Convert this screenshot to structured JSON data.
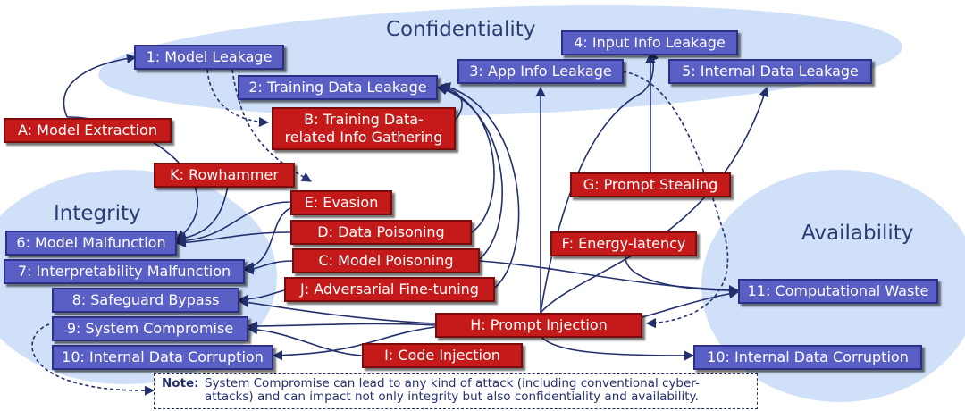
{
  "zones": {
    "confidentiality": "Confidentiality",
    "integrity": "Integrity",
    "availability": "Availability"
  },
  "impacts": {
    "i1": "1: Model Leakage",
    "i2": "2: Training Data Leakage",
    "i3": "3: App Info Leakage",
    "i4": "4: Input Info Leakage",
    "i5": "5: Internal Data Leakage",
    "i6": "6: Model Malfunction",
    "i7": "7: Interpretability Malfunction",
    "i8": "8: Safeguard Bypass",
    "i9": "9: System Compromise",
    "i10a": "10: Internal Data Corruption",
    "i10b": "10: Internal Data Corruption",
    "i11": "11: Computational Waste"
  },
  "attacks": {
    "a": "A: Model Extraction",
    "b_line1": "B: Training Data-",
    "b_line2": "related Info Gathering",
    "k": "K: Rowhammer",
    "e": "E: Evasion",
    "d": "D: Data Poisoning",
    "c": "C: Model Poisoning",
    "j": "J: Adversarial Fine-tuning",
    "g": "G: Prompt Stealing",
    "f": "F: Energy-latency",
    "h": "H: Prompt Injection",
    "i": "I: Code Injection"
  },
  "note": {
    "label": "Note:",
    "line1": "System Compromise can lead to any kind of attack (including conventional cyber-",
    "line2": "attacks) and can impact not only integrity but also confidentiality and availability."
  },
  "colors": {
    "impact_fill": "#5a5fc6",
    "attack_fill": "#c41a1a",
    "zone_fill": "#cfe0f8",
    "arrow": "#23306e"
  }
}
